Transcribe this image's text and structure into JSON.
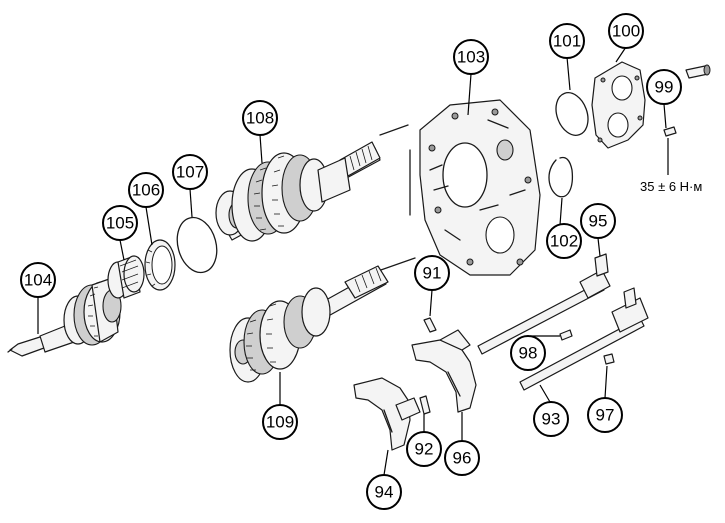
{
  "callouts": [
    {
      "id": "100",
      "label": "100"
    },
    {
      "id": "101",
      "label": "101"
    },
    {
      "id": "102",
      "label": "102"
    },
    {
      "id": "103",
      "label": "103"
    },
    {
      "id": "104",
      "label": "104"
    },
    {
      "id": "105",
      "label": "105"
    },
    {
      "id": "106",
      "label": "106"
    },
    {
      "id": "107",
      "label": "107"
    },
    {
      "id": "108",
      "label": "108"
    },
    {
      "id": "109",
      "label": "109"
    },
    {
      "id": "91",
      "label": "91"
    },
    {
      "id": "92",
      "label": "92"
    },
    {
      "id": "93",
      "label": "93"
    },
    {
      "id": "94",
      "label": "94"
    },
    {
      "id": "95",
      "label": "95"
    },
    {
      "id": "96",
      "label": "96"
    },
    {
      "id": "97",
      "label": "97"
    },
    {
      "id": "98",
      "label": "98"
    },
    {
      "id": "99",
      "label": "99"
    }
  ],
  "torque_spec": "35 ± 6 Н·м"
}
